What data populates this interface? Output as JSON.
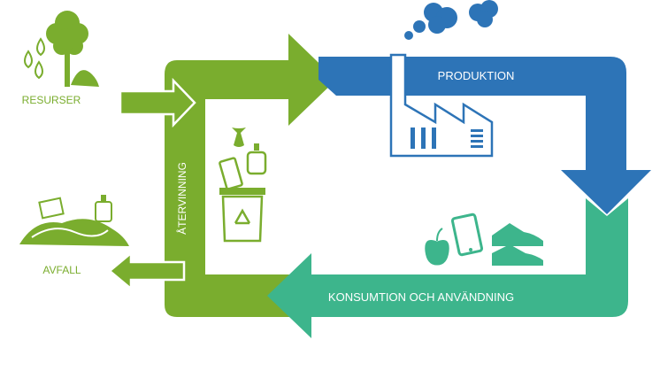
{
  "stages": {
    "resources": "RESURSER",
    "production": "PRODUKTION",
    "consumption": "KONSUMTION OCH ANVÄNDNING",
    "recycling": "ÅTERVINNING",
    "waste": "AVFALL"
  },
  "colors": {
    "green": "#7aad2e",
    "blue": "#2d74b7",
    "teal": "#3db58c",
    "white": "#ffffff"
  },
  "icons": [
    "tree-icon",
    "water-drops-icon",
    "factory-icon",
    "smoke-cloud-icon",
    "apple-icon",
    "phone-icon",
    "sneakers-icon",
    "recycling-bin-icon",
    "apple-core-icon",
    "bottle-icon",
    "waste-heap-icon"
  ]
}
